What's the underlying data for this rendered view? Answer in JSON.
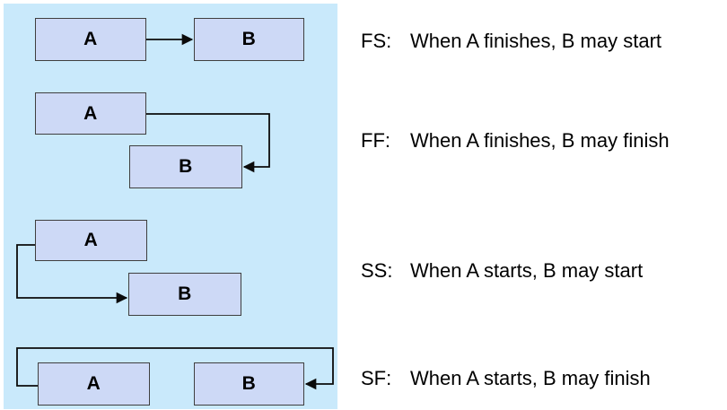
{
  "panel": {
    "background_color": "#c9e9fb",
    "box_fill_color": "#cdd9f6",
    "box_border_color": "#3f3f3f",
    "connector_color": "#0b0b0b",
    "diagrams": [
      {
        "id": "fs",
        "boxes": [
          {
            "label": "A"
          },
          {
            "label": "B"
          }
        ]
      },
      {
        "id": "ff",
        "boxes": [
          {
            "label": "A"
          },
          {
            "label": "B"
          }
        ]
      },
      {
        "id": "ss",
        "boxes": [
          {
            "label": "A"
          },
          {
            "label": "B"
          }
        ]
      },
      {
        "id": "sf",
        "boxes": [
          {
            "label": "A"
          },
          {
            "label": "B"
          }
        ]
      }
    ]
  },
  "definitions": [
    {
      "code": "FS:",
      "text": "When A finishes, B may start"
    },
    {
      "code": "FF:",
      "text": "When A finishes, B may finish"
    },
    {
      "code": "SS:",
      "text": "When A starts, B may start"
    },
    {
      "code": "SF:",
      "text": "When A starts, B may finish"
    }
  ]
}
